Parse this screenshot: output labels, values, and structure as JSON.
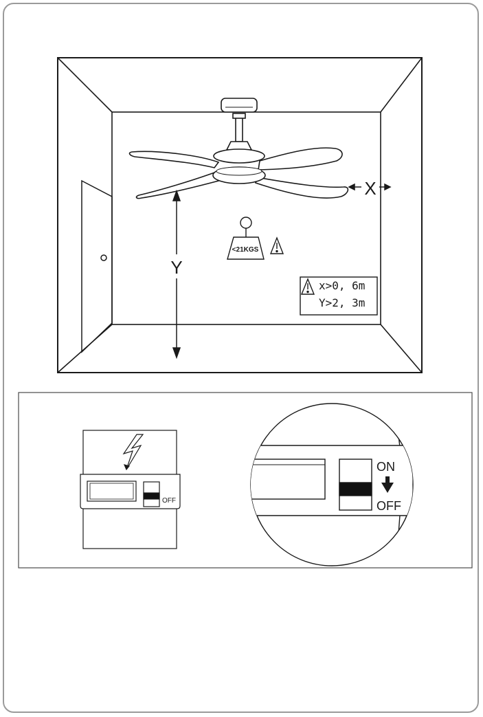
{
  "room": {
    "x_label": "X",
    "y_label": "Y",
    "weight_label": "<21KGS",
    "clearance": {
      "x_text": "x>0, 6m",
      "y_text": "Y>2, 3m"
    }
  },
  "switches": {
    "small_off_label": "OFF",
    "zoom_on_label": "ON",
    "zoom_off_label": "OFF"
  },
  "icons": {
    "warning": "warning-triangle-icon",
    "lightning": "lightning-bolt-icon",
    "arrow": "down-arrow-icon"
  }
}
